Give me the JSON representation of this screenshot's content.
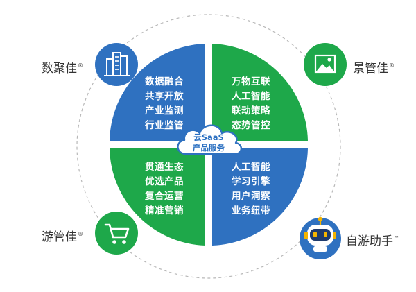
{
  "center": {
    "line1": "云SaaS",
    "line2": "产品服务"
  },
  "quadrants": {
    "top_left": {
      "color": "#2f71c0",
      "items": [
        "数据融合",
        "共享开放",
        "产业监测",
        "行业监管"
      ]
    },
    "top_right": {
      "color": "#1ea84a",
      "items": [
        "万物互联",
        "人工智能",
        "联动策略",
        "态势管控"
      ]
    },
    "bottom_left": {
      "color": "#1ea84a",
      "items": [
        "贯通生态",
        "优选产品",
        "复合运营",
        "精准营销"
      ]
    },
    "bottom_right": {
      "color": "#2f71c0",
      "items": [
        "人工智能",
        "学习引擎",
        "用户洞察",
        "业务纽带"
      ]
    }
  },
  "products": {
    "shujujia": {
      "name": "数聚佳",
      "mark": "®",
      "icon": "building-icon",
      "color": "#2f71c0"
    },
    "jingguanjia": {
      "name": "景管佳",
      "mark": "®",
      "icon": "landscape-image-icon",
      "color": "#1ea84a"
    },
    "youguanjia": {
      "name": "游管佳",
      "mark": "®",
      "icon": "shopping-cart-icon",
      "color": "#1ea84a"
    },
    "ziyouzhushou": {
      "name": "自游助手",
      "mark": "™",
      "icon": "robot-icon",
      "color": "#2f71c0"
    }
  }
}
